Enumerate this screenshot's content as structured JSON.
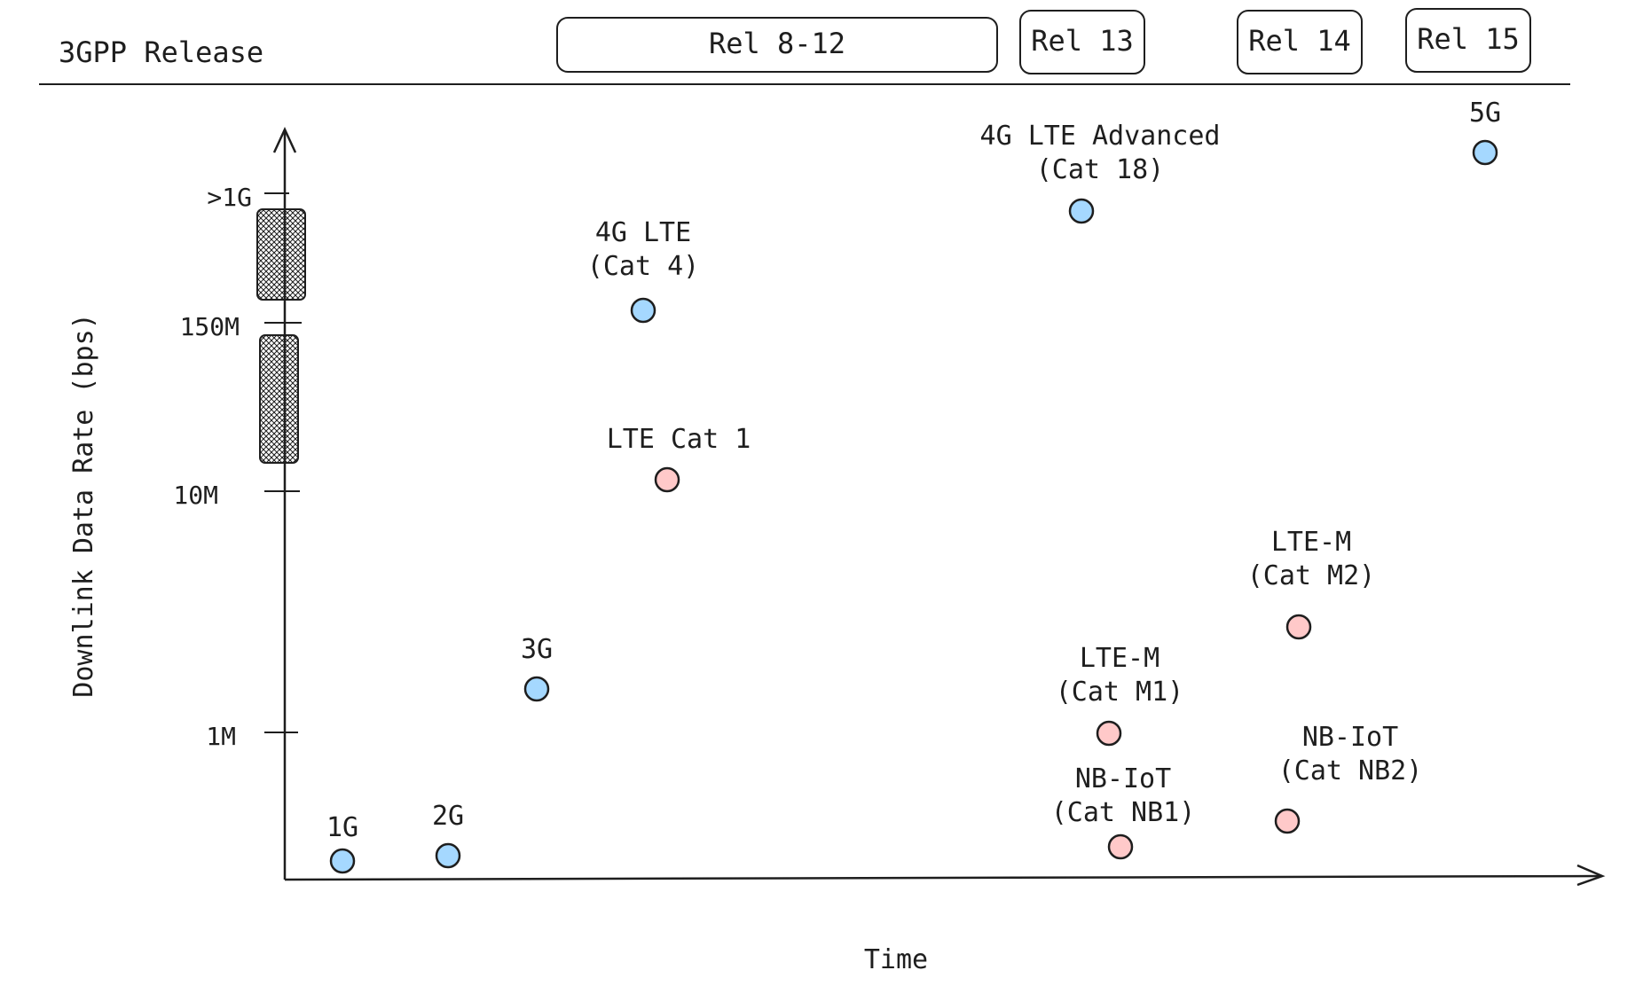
{
  "header": {
    "title": "3GPP Release",
    "releases": [
      "Rel 8-12",
      "Rel 13",
      "Rel 14",
      "Rel 15"
    ]
  },
  "axes": {
    "ylabel": "Downlink Data Rate (bps)",
    "xlabel": "Time",
    "yticks": [
      ">1G",
      "150M",
      "10M",
      "1M"
    ]
  },
  "colors": {
    "blue": "#a5d8ff",
    "red": "#ffc9c9",
    "stroke": "#1e1e1e"
  },
  "points": [
    {
      "id": "1g",
      "label": [
        "1G"
      ],
      "color": "blue"
    },
    {
      "id": "2g",
      "label": [
        "2G"
      ],
      "color": "blue"
    },
    {
      "id": "3g",
      "label": [
        "3G"
      ],
      "color": "blue"
    },
    {
      "id": "4g-lte",
      "label": [
        "4G LTE",
        "(Cat 4)"
      ],
      "color": "blue"
    },
    {
      "id": "lte-cat-1",
      "label": [
        "LTE Cat 1"
      ],
      "color": "red"
    },
    {
      "id": "4g-lte-advanced",
      "label": [
        "4G LTE Advanced",
        "(Cat 18)"
      ],
      "color": "blue"
    },
    {
      "id": "5g",
      "label": [
        "5G"
      ],
      "color": "blue"
    },
    {
      "id": "lte-m-cat-m1",
      "label": [
        "LTE-M",
        "(Cat M1)"
      ],
      "color": "red"
    },
    {
      "id": "nb-iot-cat-nb1",
      "label": [
        "NB-IoT",
        "(Cat NB1)"
      ],
      "color": "red"
    },
    {
      "id": "lte-m-cat-m2",
      "label": [
        "LTE-M",
        "(Cat M2)"
      ],
      "color": "red"
    },
    {
      "id": "nb-iot-cat-nb2",
      "label": [
        "NB-IoT",
        "(Cat NB2)"
      ],
      "color": "red"
    }
  ]
}
